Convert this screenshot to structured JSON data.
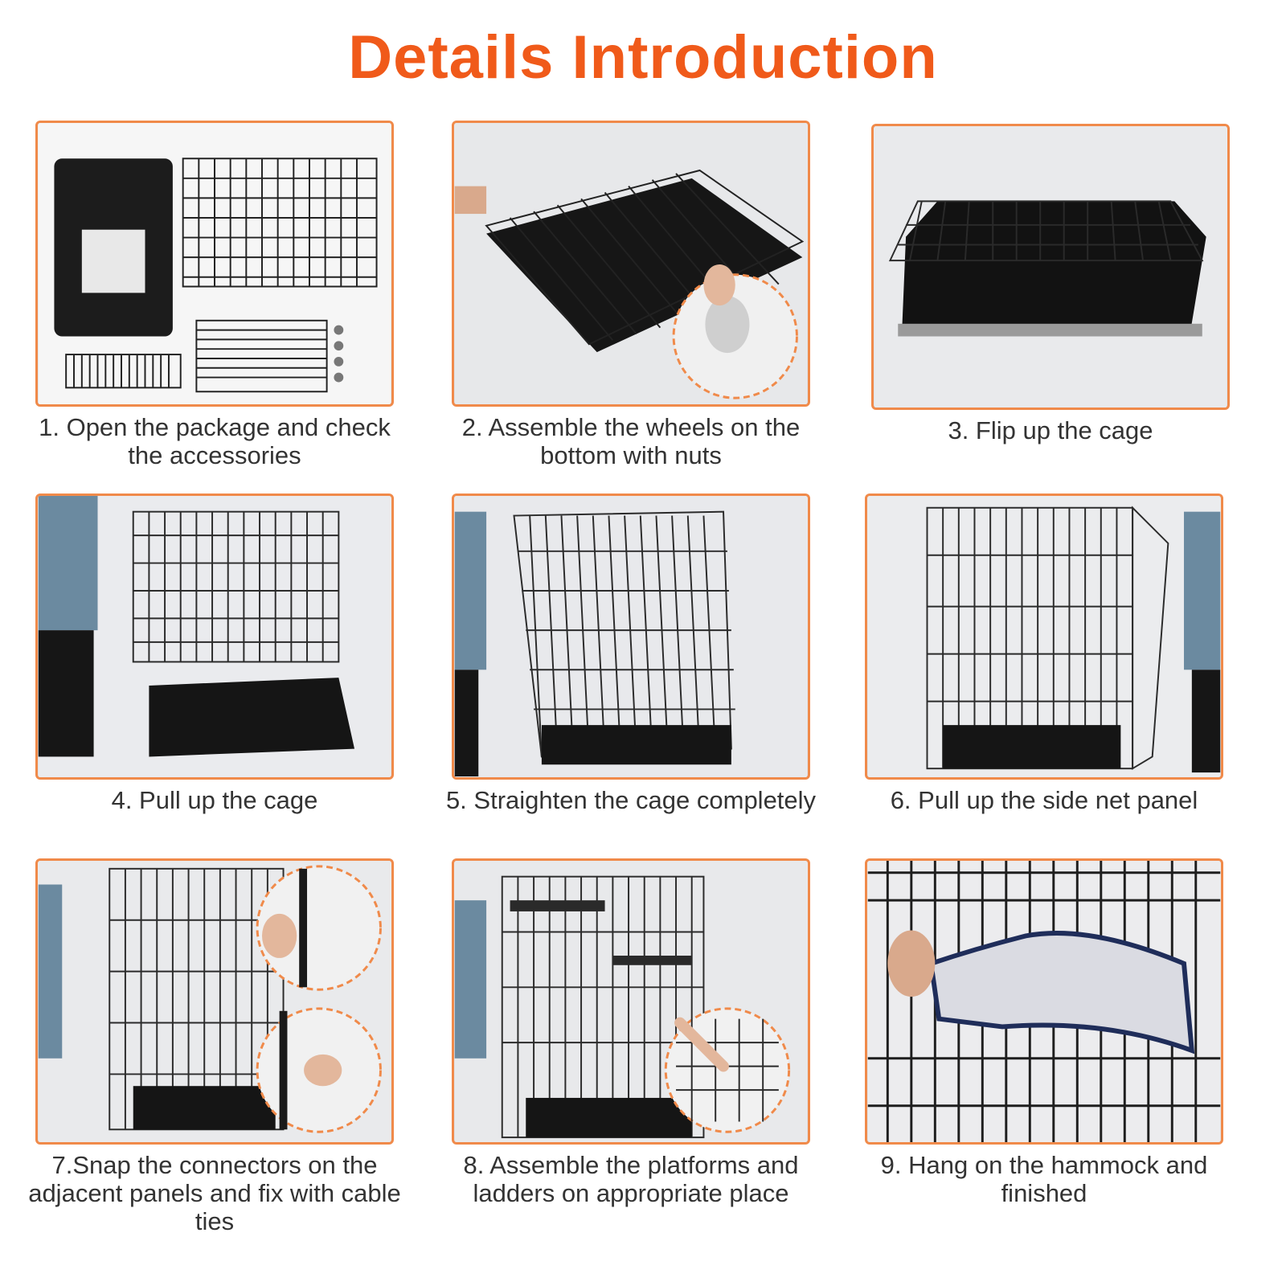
{
  "page": {
    "title": "Details Introduction",
    "accent_color": "#f05a1a",
    "frame_color": "#f08a4a"
  },
  "steps": [
    {
      "caption": "1. Open the package and check the accessories",
      "icon": "package-contents-photo"
    },
    {
      "caption": "2. Assemble the wheels on the bottom with nuts",
      "icon": "wheel-assembly-photo"
    },
    {
      "caption": "3. Flip up the cage",
      "icon": "flip-cage-photo"
    },
    {
      "caption": "4. Pull up the cage",
      "icon": "pull-up-cage-photo"
    },
    {
      "caption": "5. Straighten the cage completely",
      "icon": "straighten-cage-photo"
    },
    {
      "caption": "6. Pull up the side net panel",
      "icon": "side-panel-photo"
    },
    {
      "caption": "7.Snap the connectors on the adjacent panels and fix with cable ties",
      "icon": "connectors-photo"
    },
    {
      "caption": "8. Assemble the platforms and ladders on appropriate place",
      "icon": "platforms-photo"
    },
    {
      "caption": "9. Hang on the hammock and finished",
      "icon": "hammock-photo"
    }
  ]
}
